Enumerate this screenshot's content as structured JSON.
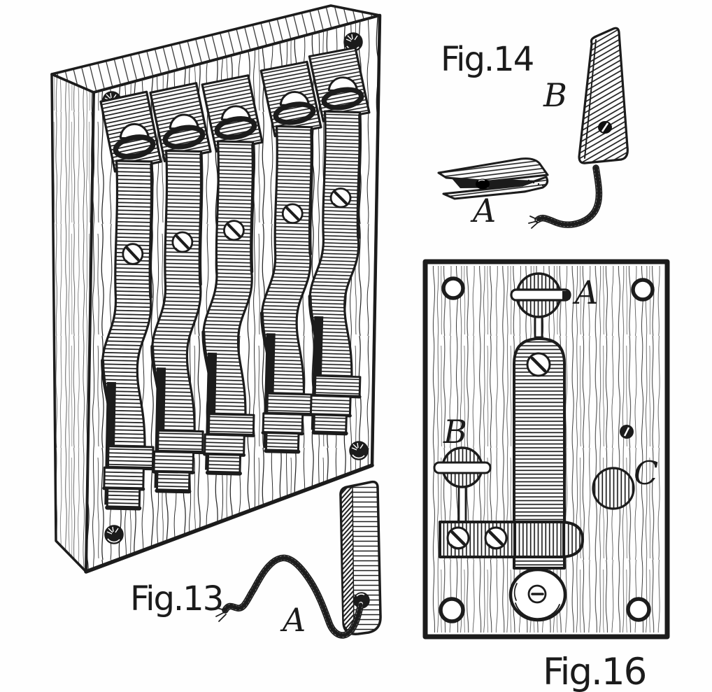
{
  "colors": {
    "paper": "#fefefe",
    "ink": "#1c1c1c"
  },
  "fig13": {
    "label": "Fig.13",
    "parts": {
      "a": "A"
    }
  },
  "fig14": {
    "label": "Fig.14",
    "parts": {
      "a": "A",
      "b": "B"
    }
  },
  "fig16": {
    "label": "Fig.16",
    "parts": {
      "a": "A",
      "b": "B",
      "c": "C"
    }
  }
}
